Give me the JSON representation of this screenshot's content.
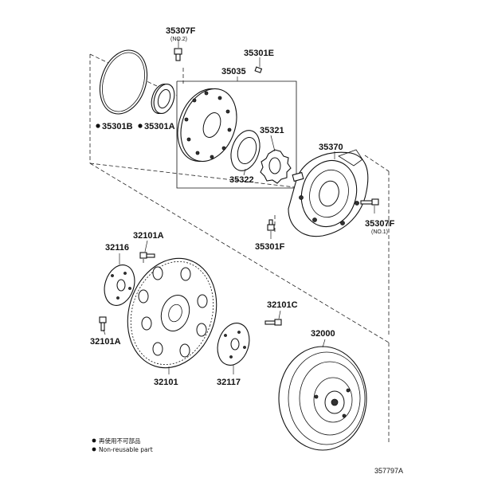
{
  "parts": {
    "p35307F_top": "35307F",
    "p35307F_top_note": "(NO.2)",
    "p35301E": "35301E",
    "p35035": "35035",
    "p35301B": "35301B",
    "p35301A": "35301A",
    "p35321": "35321",
    "p35322": "35322",
    "p35370": "35370",
    "p35307F_right": "35307F",
    "p35307F_right_note": "(NO.1)",
    "p35301F": "35301F",
    "p32101A_top": "32101A",
    "p32116": "32116",
    "p32101C": "32101C",
    "p32000": "32000",
    "p32101A_left": "32101A",
    "p32101": "32101",
    "p32117": "32117"
  },
  "legend": {
    "line1": "再使用不可部品",
    "line2": "Non-reusable part"
  },
  "diagram_ref": "357797A"
}
